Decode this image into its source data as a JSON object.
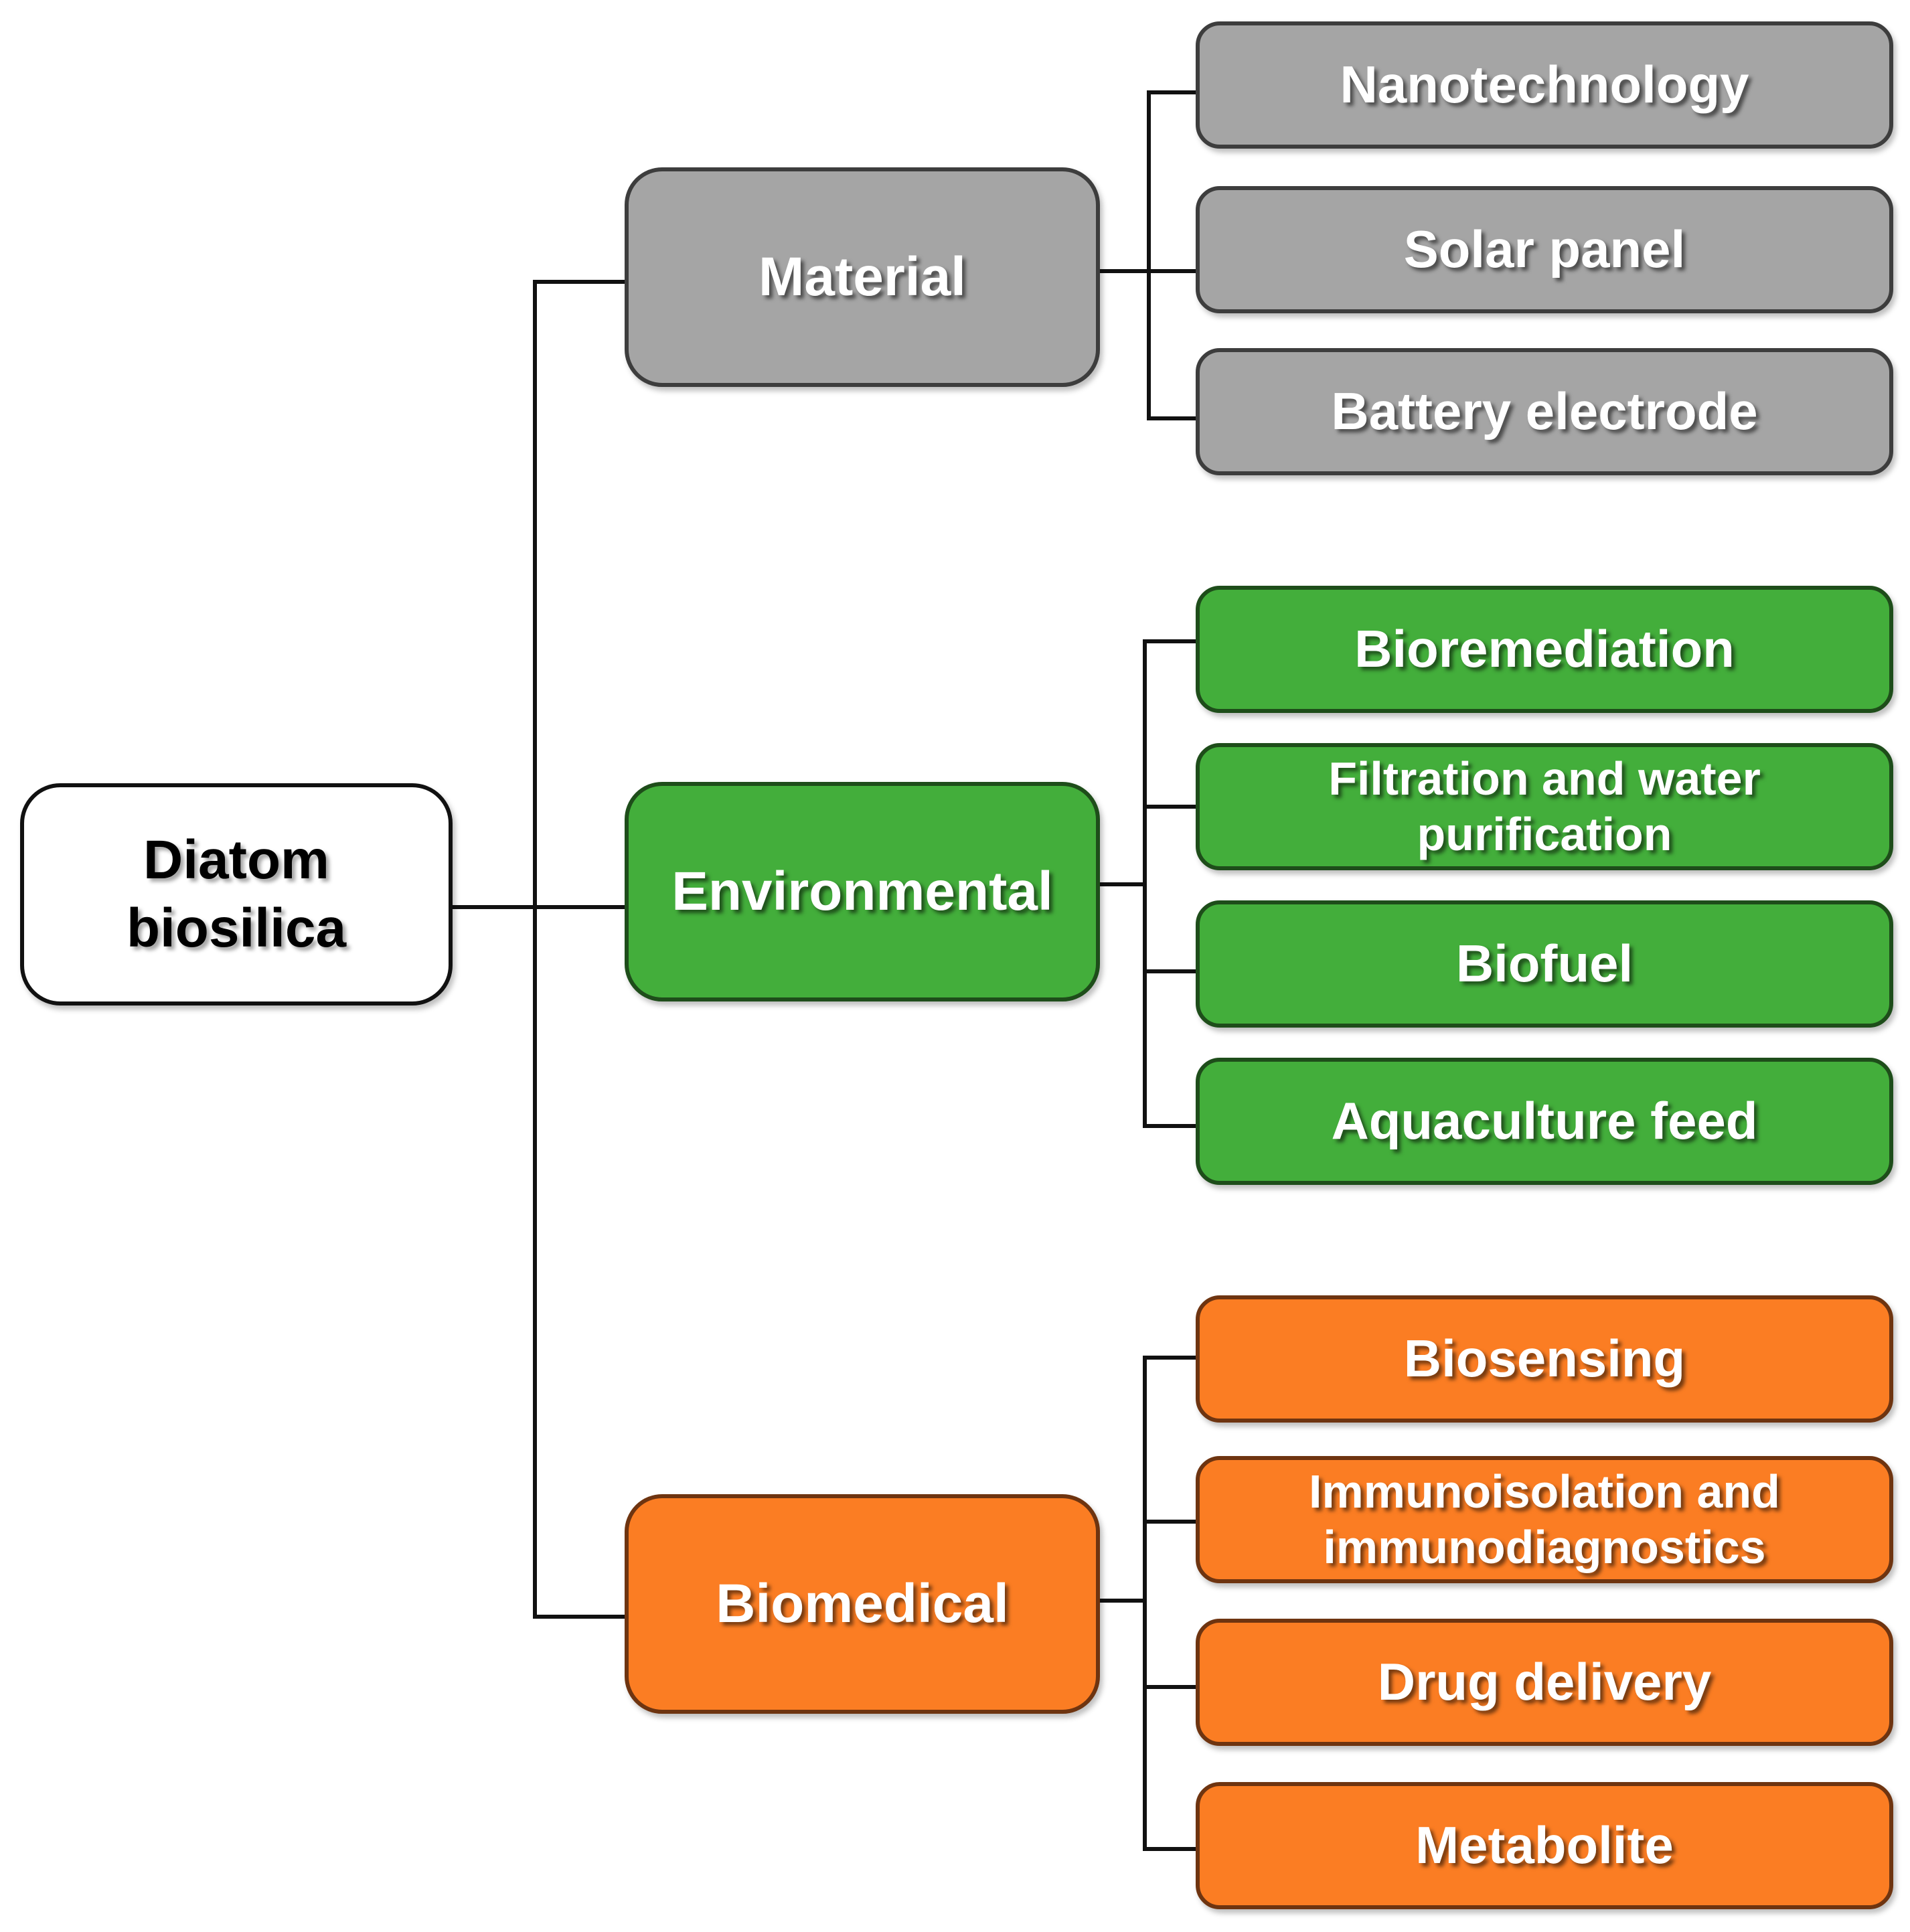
{
  "root": {
    "line1": "Diatom",
    "line2": "biosilica"
  },
  "categories": [
    {
      "label": "Material",
      "color": "#a5a5a5",
      "items": [
        {
          "line1": "Nanotechnology"
        },
        {
          "line1": "Solar panel"
        },
        {
          "line1": "Battery electrode"
        }
      ]
    },
    {
      "label": "Environmental",
      "color": "#43ae3b",
      "items": [
        {
          "line1": "Bioremediation"
        },
        {
          "line1": "Filtration and water",
          "line2": "purification"
        },
        {
          "line1": "Biofuel"
        },
        {
          "line1": "Aquaculture feed"
        }
      ]
    },
    {
      "label": "Biomedical",
      "color": "#fb7d23",
      "items": [
        {
          "line1": "Biosensing"
        },
        {
          "line1": "Immunoisolation and",
          "line2": "immunodiagnostics"
        },
        {
          "line1": "Drug delivery"
        },
        {
          "line1": "Metabolite"
        }
      ]
    }
  ]
}
